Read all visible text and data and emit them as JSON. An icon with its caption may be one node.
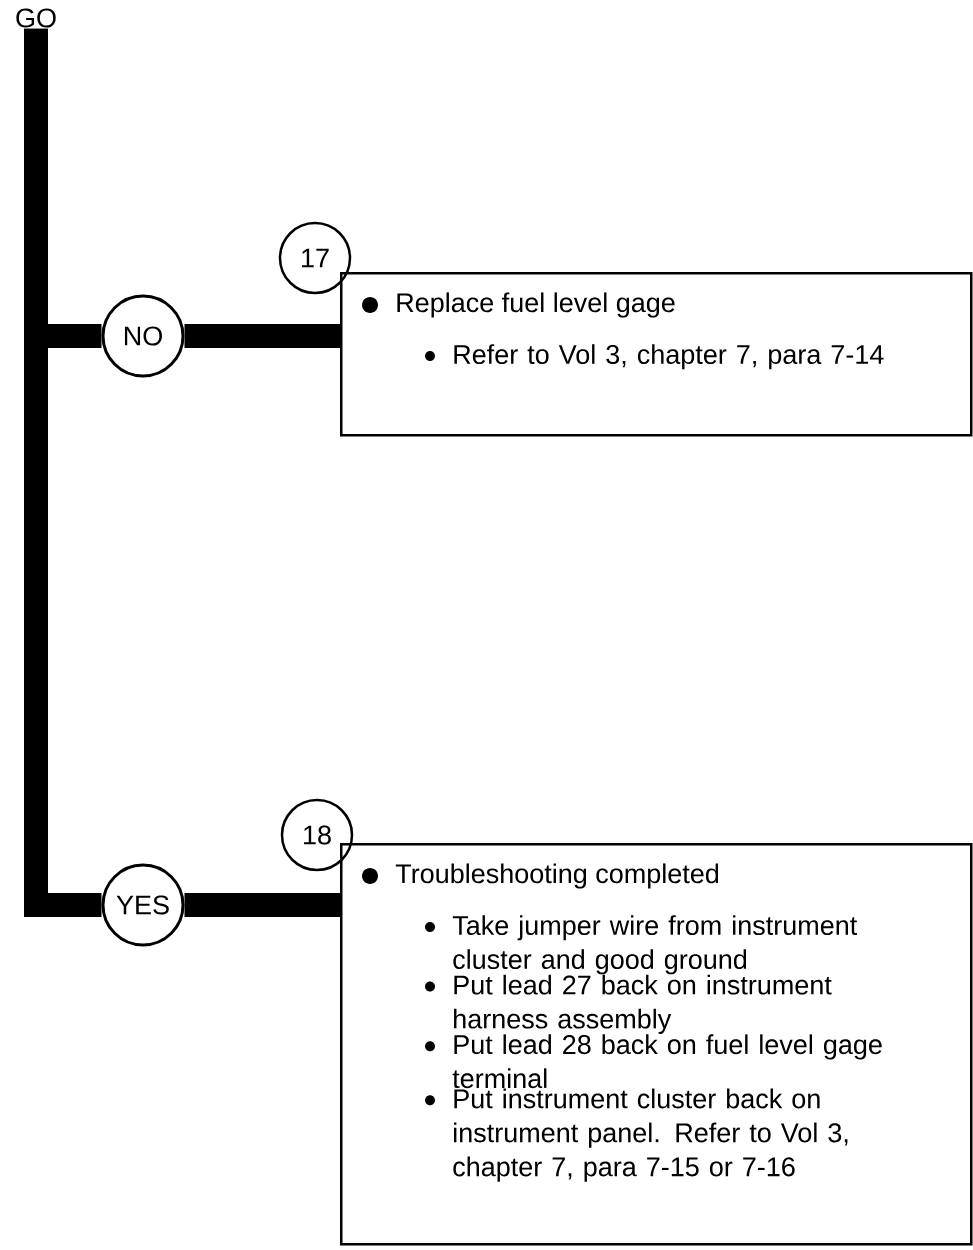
{
  "diagram": {
    "nodes": [
      {
        "text": [
          "GO"
        ]
      },
      {
        "text": [
          "NO"
        ]
      },
      {
        "text": [
          "17"
        ]
      },
      {
        "text": [
          "Replace fuel level gage",
          "Refer to Vol 3, chapter 7, para 7-14"
        ]
      },
      {
        "text": [
          "YES"
        ]
      },
      {
        "text": [
          "18"
        ]
      },
      {
        "text": [
          "Troubleshooting completed",
          "Take jumper wire from instrument cluster and good ground",
          "Put lead 27 back on instrument harness assembly",
          "Put lead 28 back on fuel level gage terminal",
          "Put instrument cluster back on instrument panel. Refer to Vol 3, chapter 7, para 7-15 or 7-16"
        ]
      }
    ],
    "edges": [
      {
        "from": 0,
        "to": 1,
        "arrow": "none"
      },
      {
        "from": 1,
        "to": 3,
        "arrow": "none"
      },
      {
        "from": 0,
        "to": 4,
        "arrow": "none"
      },
      {
        "from": 4,
        "to": 6,
        "arrow": "none"
      }
    ]
  }
}
